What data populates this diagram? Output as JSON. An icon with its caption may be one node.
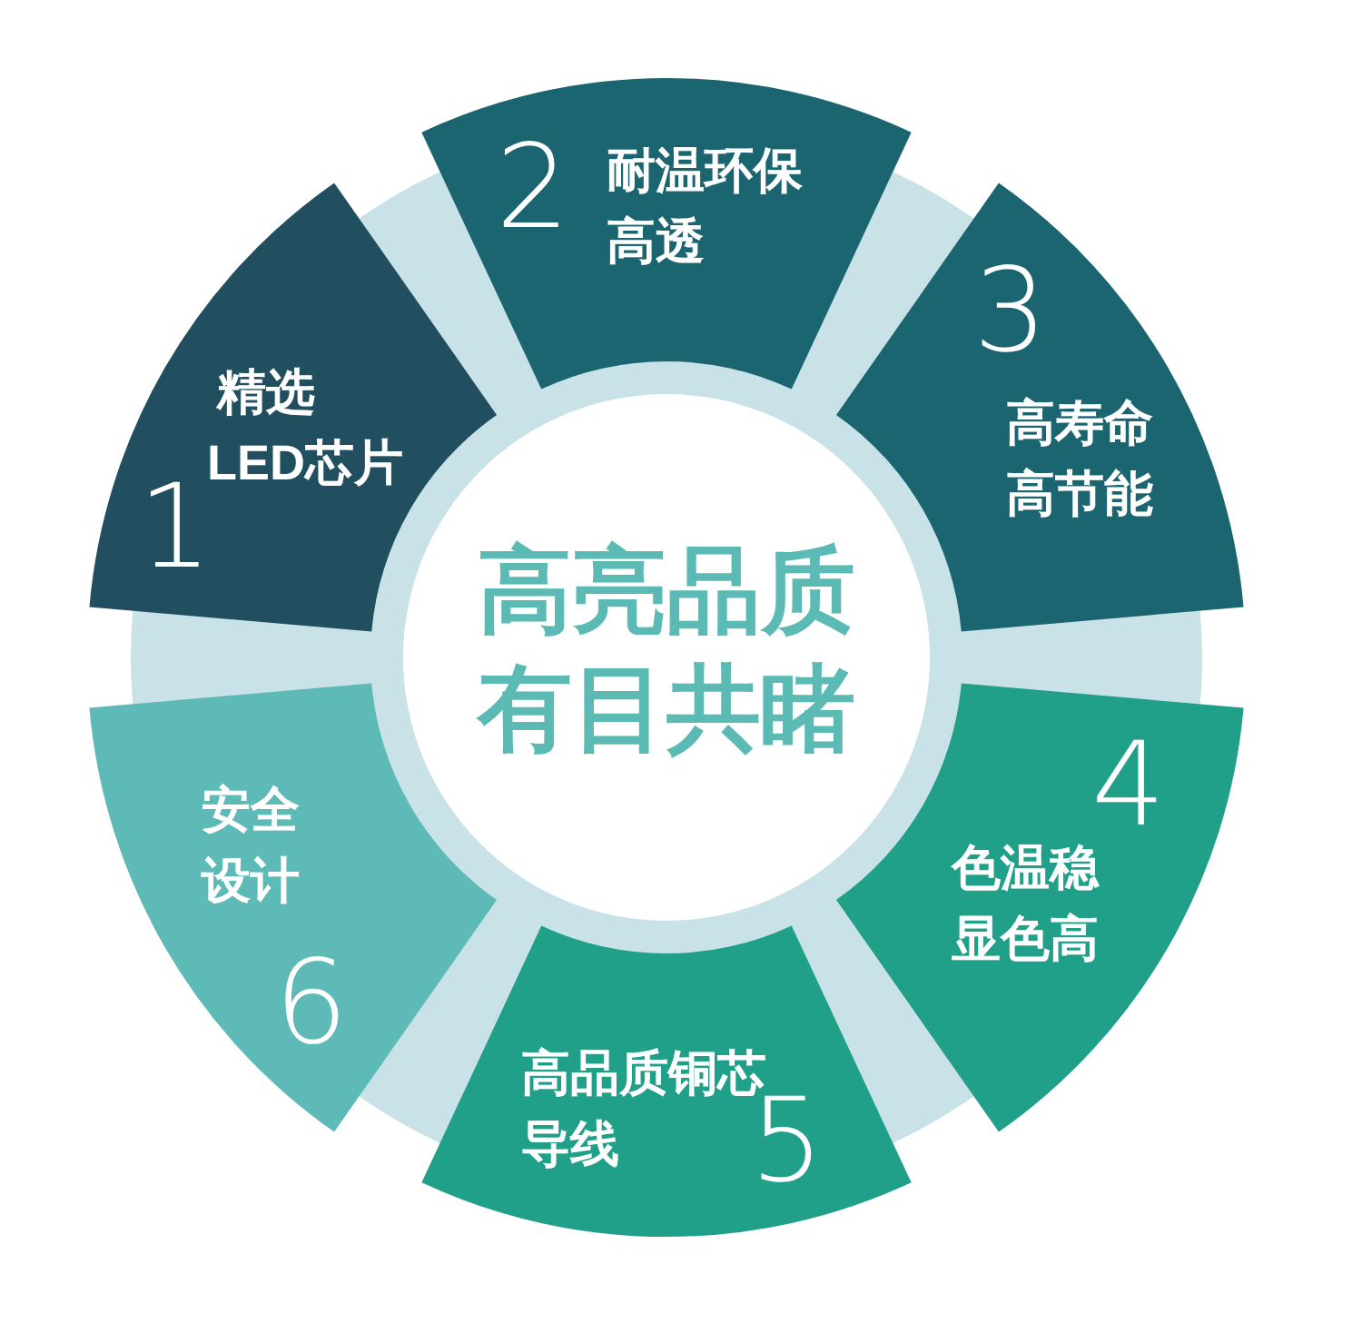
{
  "diagram": {
    "nodes": [
      {
        "text": [
          "高亮品质有目共睹"
        ]
      },
      {
        "text": [
          "1",
          "精选LED芯片"
        ]
      },
      {
        "text": [
          "2",
          "耐温环保高透"
        ]
      },
      {
        "text": [
          "3",
          "高寿命高节能"
        ]
      },
      {
        "text": [
          "4",
          "色温稳显色高"
        ]
      },
      {
        "text": [
          "高品质铜芯导线",
          "5"
        ]
      },
      {
        "text": [
          "安全设计",
          "6"
        ]
      }
    ]
  }
}
